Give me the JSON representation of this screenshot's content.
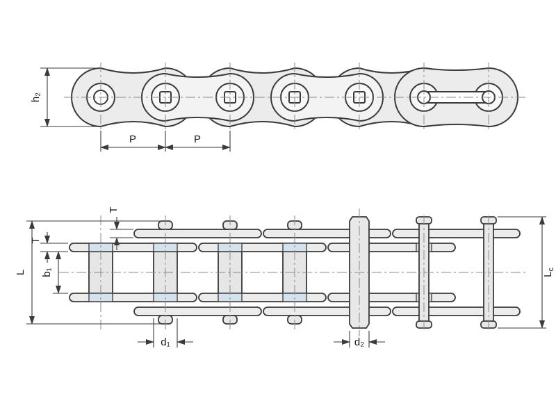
{
  "colors": {
    "background": "#ffffff",
    "line": "#3a3a3a",
    "centerline": "#8a8a8a",
    "plate_fill": "#ececec",
    "roller_fill": "#e6e6e6",
    "bushing_fill": "#d3e2ec",
    "white_fill": "#ffffff"
  },
  "side_view": {
    "dims": {
      "h2": "h₂",
      "p_left": "P",
      "p_right": "P"
    }
  },
  "plan_view": {
    "dims": {
      "t_outer_plate": "T",
      "t_inner_plate": "T",
      "overall_width_l": "L",
      "inner_width_b1": "b₁",
      "overall_width_lc_main": "L",
      "overall_width_lc_sub": "c",
      "roller_diameter_d1": "d₁",
      "pin_diameter_d2": "d₂"
    }
  }
}
